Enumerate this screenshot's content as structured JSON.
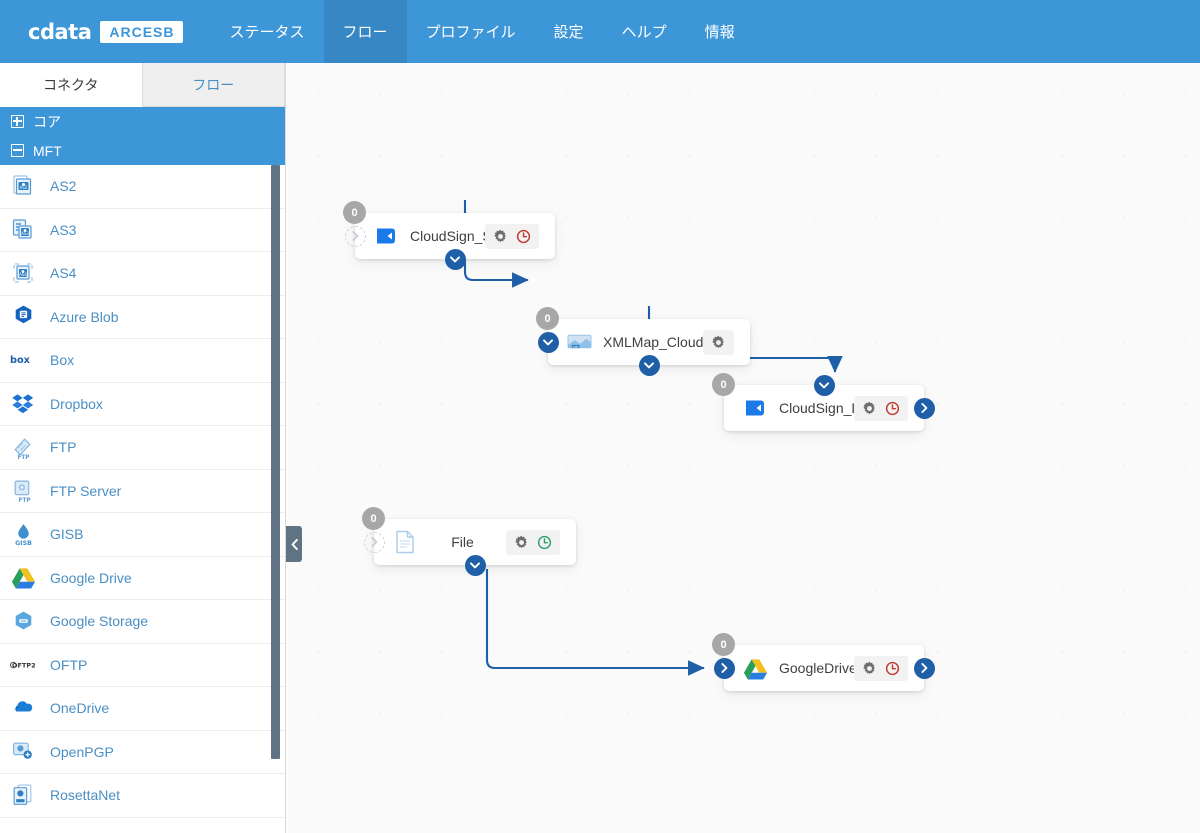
{
  "header": {
    "brand_name": "cdata",
    "brand_product": "ARCESB",
    "nav": [
      {
        "label": "ステータス",
        "name": "nav-status",
        "active": false
      },
      {
        "label": "フロー",
        "name": "nav-flow",
        "active": true
      },
      {
        "label": "プロファイル",
        "name": "nav-profile",
        "active": false
      },
      {
        "label": "設定",
        "name": "nav-settings",
        "active": false
      },
      {
        "label": "ヘルプ",
        "name": "nav-help",
        "active": false
      },
      {
        "label": "情報",
        "name": "nav-info",
        "active": false
      }
    ],
    "accent_color": "#3d96d8",
    "active_tab_color": "#3787c4"
  },
  "sidebar": {
    "tabs": [
      {
        "label": "コネクタ",
        "active": true
      },
      {
        "label": "フロー",
        "active": false
      }
    ],
    "groups": [
      {
        "label": "コア",
        "icon": "expand-plus-icon",
        "expanded": false
      },
      {
        "label": "MFT",
        "icon": "collapse-minus-icon",
        "expanded": true
      }
    ],
    "connectors": [
      {
        "label": "AS2",
        "icon": "as2-icon"
      },
      {
        "label": "AS3",
        "icon": "as3-icon"
      },
      {
        "label": "AS4",
        "icon": "as4-icon"
      },
      {
        "label": "Azure Blob",
        "icon": "azure-blob-icon"
      },
      {
        "label": "Box",
        "icon": "box-icon"
      },
      {
        "label": "Dropbox",
        "icon": "dropbox-icon"
      },
      {
        "label": "FTP",
        "icon": "ftp-icon"
      },
      {
        "label": "FTP Server",
        "icon": "ftp-server-icon"
      },
      {
        "label": "GISB",
        "icon": "gisb-icon"
      },
      {
        "label": "Google Drive",
        "icon": "google-drive-icon"
      },
      {
        "label": "Google Storage",
        "icon": "google-storage-icon"
      },
      {
        "label": "OFTP",
        "icon": "oftp-icon"
      },
      {
        "label": "OneDrive",
        "icon": "onedrive-icon"
      },
      {
        "label": "OpenPGP",
        "icon": "openpgp-icon"
      },
      {
        "label": "RosettaNet",
        "icon": "rosettanet-icon"
      }
    ],
    "collapse_handle_icon": "chevron-left-icon",
    "scrollbar_color": "#5f7384"
  },
  "canvas": {
    "background_color": "#fafafa",
    "edge_color": "#1f5fa8",
    "nodes": [
      {
        "id": "cloudsign-source",
        "title": "CloudSign_Se...",
        "badge": "0",
        "icon": "cloudsign-icon",
        "actions": [
          {
            "name": "gear-icon",
            "kind": "gear"
          },
          {
            "name": "clock-icon",
            "kind": "clock",
            "color": "#c0392b"
          }
        ],
        "ports": {
          "left": "ghost",
          "bottom": "chevron-down",
          "right": "none"
        }
      },
      {
        "id": "xmlmap-cloudsign",
        "title": "XMLMap_CloudSi...",
        "badge": "0",
        "icon": "xmlmap-icon",
        "actions": [
          {
            "name": "gear-icon",
            "kind": "gear"
          }
        ],
        "ports": {
          "left": "chevron-down",
          "bottom": "chevron-down",
          "right": "none"
        }
      },
      {
        "id": "cloudsign-dest",
        "title": "CloudSign_D...",
        "badge": "0",
        "icon": "cloudsign-icon",
        "actions": [
          {
            "name": "gear-icon",
            "kind": "gear"
          },
          {
            "name": "clock-icon",
            "kind": "clock",
            "color": "#c0392b"
          }
        ],
        "ports": {
          "top": "chevron-down",
          "right": "chevron-right",
          "left": "none"
        }
      },
      {
        "id": "file-node",
        "title": "File",
        "badge": "0",
        "icon": "file-icon",
        "actions": [
          {
            "name": "gear-icon",
            "kind": "gear"
          },
          {
            "name": "clock-icon",
            "kind": "clock",
            "color": "#2e9e6b"
          }
        ],
        "ports": {
          "left": "ghost",
          "bottom": "chevron-down",
          "right": "none"
        }
      },
      {
        "id": "googledrive-node",
        "title": "GoogleDrive_...",
        "badge": "0",
        "icon": "google-drive-icon",
        "actions": [
          {
            "name": "gear-icon",
            "kind": "gear"
          },
          {
            "name": "clock-icon",
            "kind": "clock",
            "color": "#c0392b"
          }
        ],
        "ports": {
          "left": "chevron-right",
          "right": "chevron-right"
        }
      }
    ]
  }
}
